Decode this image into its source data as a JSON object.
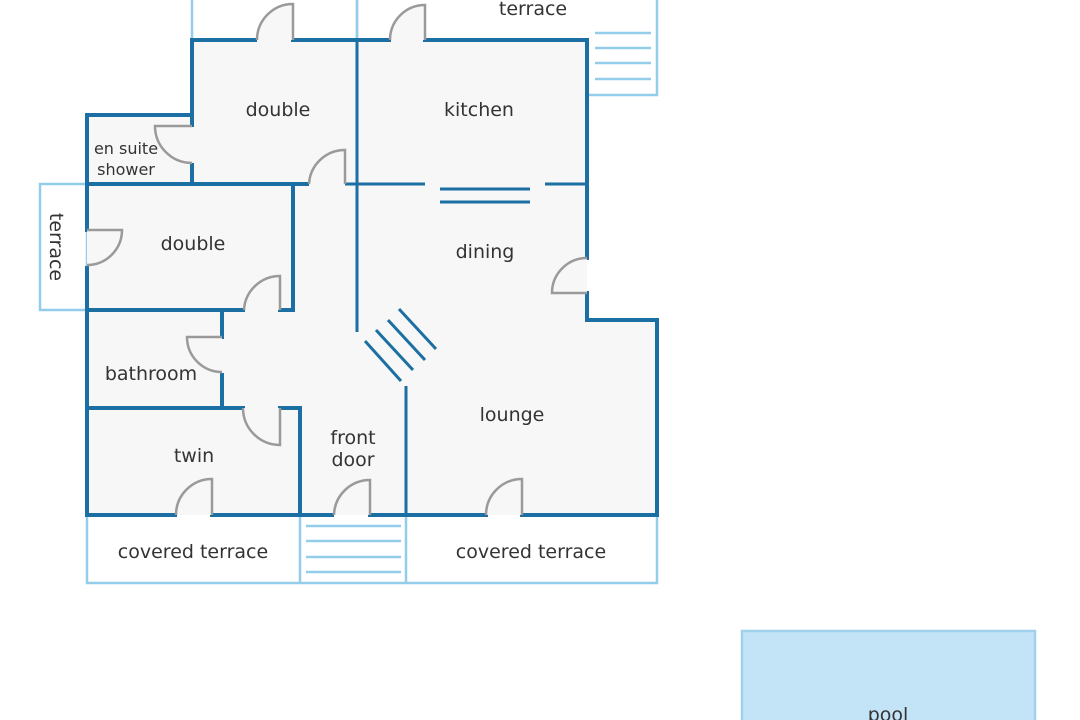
{
  "rooms": {
    "double_top": "double",
    "kitchen": "kitchen",
    "en_suite_1": "en suite",
    "en_suite_2": "shower",
    "double_left": "double",
    "dining": "dining",
    "bathroom": "bathroom",
    "lounge": "lounge",
    "twin": "twin",
    "front_door_1": "front",
    "front_door_2": "door"
  },
  "outdoor": {
    "terrace_top": "terrace",
    "terrace_left": "terrace",
    "covered_terrace_left": "covered terrace",
    "covered_terrace_right": "covered terrace",
    "pool": "pool"
  },
  "colors": {
    "wall": "#1b6fa2",
    "exterior": "#93cde9",
    "pool": "#c3e4f7",
    "door": "#9a9a9a"
  }
}
